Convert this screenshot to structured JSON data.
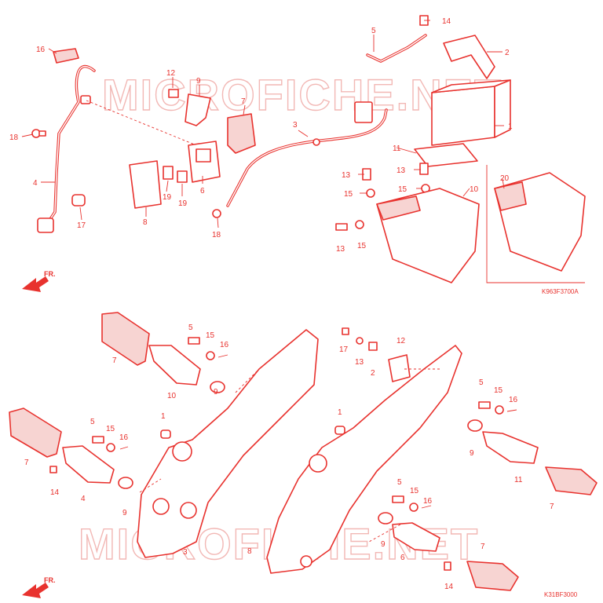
{
  "watermark": "MICROFICHE.NET",
  "upper": {
    "code": "K963F3700A",
    "fr": "FR.",
    "labels": [
      "16",
      "12",
      "9",
      "7",
      "5",
      "14",
      "2",
      "1",
      "18",
      "4",
      "3",
      "11",
      "6",
      "19",
      "19",
      "8",
      "17",
      "18",
      "13",
      "13",
      "15",
      "15",
      "10",
      "20",
      "13",
      "15"
    ]
  },
  "lower": {
    "code": "K31BF3000",
    "fr": "FR.",
    "labels": [
      "5",
      "15",
      "16",
      "7",
      "10",
      "9",
      "17",
      "13",
      "12",
      "2",
      "1",
      "3",
      "5",
      "15",
      "16",
      "7",
      "4",
      "14",
      "9",
      "1",
      "8",
      "5",
      "15",
      "16",
      "9",
      "6",
      "5",
      "15",
      "16",
      "9",
      "11",
      "7",
      "7",
      "14"
    ]
  },
  "colors": {
    "accent": "#e8322e",
    "watermark": "#f2b8b5"
  }
}
